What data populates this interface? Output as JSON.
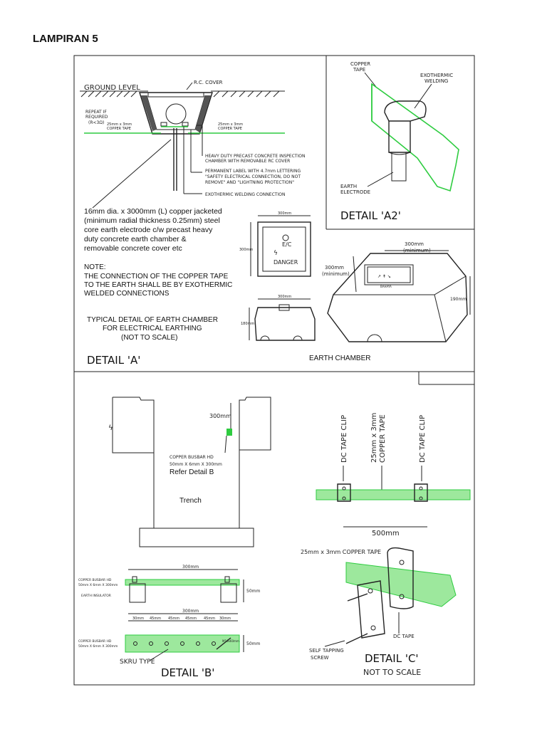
{
  "title": "LAMPIRAN 5",
  "detail_a": {
    "ground_level": "GROUND LEVEL",
    "rc_cover": "R.C. COVER",
    "repeat_l1": "REPEAT IF",
    "repeat_l2": "REQUIRED",
    "repeat_l3": "(R<3Ω)",
    "tape_left_l1": "25mm x 3mm",
    "tape_left_l2": "COPPER TAPE",
    "tape_right_l1": "25mm x 3mm",
    "tape_right_l2": "COPPER TAPE",
    "chamber_l1": "HEAVY DUTY PRECAST CONCRETE INSPECTION",
    "chamber_l2": "CHAMBER WITH REMOVABLE RC COVER",
    "label_l1": "PERMANENT LABEL WITH 4.7mm LETTERING",
    "label_l2": "\"SAFETY ELECTRICAL CONNECTION, DO NOT",
    "label_l3": "REMOVE\" AND \"LIGHTNING PROTECTION\"",
    "exo": "EXOTHERMIC WELDING CONNECTION",
    "desc_l1": "16mm dia. x 3000mm (L) copper jacketed",
    "desc_l2": "(minimum radial thickness 0.25mm) steel",
    "desc_l3": "core earth electrode c/w  precast heavy",
    "desc_l4": "duty concrete earth chamber &",
    "desc_l5": "removable concrete cover etc",
    "note_l1": "NOTE:",
    "note_l2": "THE CONNECTION OF THE COPPER TAPE",
    "note_l3": "TO THE EARTH SHALL BE BY EXOTHERMIC",
    "note_l4": "WELDED CONNECTIONS",
    "typ_l1": "TYPICAL DETAIL OF EARTH CHAMBER",
    "typ_l2": "FOR ELECTRICAL EARTHING",
    "typ_l3": "(NOT TO SCALE)",
    "heading": "DETAIL 'A'",
    "dim_300_top": "300mm",
    "dim_300_side": "300mm",
    "dim_300_bot": "300mm",
    "dim_180": "180mm",
    "cover_ec": "E/C",
    "cover_danger": "DANGER",
    "iso_300_top_l1": "300mm",
    "iso_300_top_l2": "(minimum)",
    "iso_300_left_l1": "300mm",
    "iso_300_left_l2": "(minimum)",
    "iso_190": "190mm",
    "iso_bahaya": "BAHAYA",
    "earth_chamber": "EARTH CHAMBER"
  },
  "detail_a2": {
    "copper_l1": "COPPER",
    "copper_l2": "TAPE",
    "exo_l1": "EXOTHERMIC",
    "exo_l2": "WELDING",
    "earth_l1": "EARTH",
    "earth_l2": "ELECTRODE",
    "heading": "DETAIL 'A2'"
  },
  "trench": {
    "dim_300": "300mm",
    "busbar_l1": "COPPER BUSBAR HD",
    "busbar_l2": "50mm X 6mm X 300mm",
    "refer": "Refer Detail B",
    "label": "Trench"
  },
  "detail_b": {
    "dim_300a": "300mm",
    "busbar_l1": "COPPER BUSBAR HD",
    "busbar_l2": "50mm X 6mm X 300mm",
    "insulator": "EARTH INSULATOR",
    "dim_50a": "50mm",
    "dim_300b": "300mm",
    "segs": [
      "30mm",
      "45mm",
      "45mm",
      "45mm",
      "45mm",
      "30mm"
    ],
    "busbar2_l1": "COPPER BUSBAR HD",
    "busbar2_l2": "50mm X 6mm X 300mm",
    "dim_50b": "50mm",
    "bolt_dim": "M10x60mm",
    "skru": "SKRU TYPE",
    "heading": "DETAIL 'B'"
  },
  "detail_c": {
    "clip_left": "DC TAPE CLIP",
    "tape_l1": "25mm x 3mm",
    "tape_l2": "COPPER TAPE",
    "clip_right": "DC TAPE CLIP",
    "dim_500": "500mm",
    "tape_label": "25mm x 3mm COPPER TAPE",
    "dc_tape": "DC TAPE",
    "screw_l1": "SELF TAPPING",
    "screw_l2": "SCREW",
    "heading": "DETAIL 'C'",
    "nts": "NOT TO SCALE"
  }
}
